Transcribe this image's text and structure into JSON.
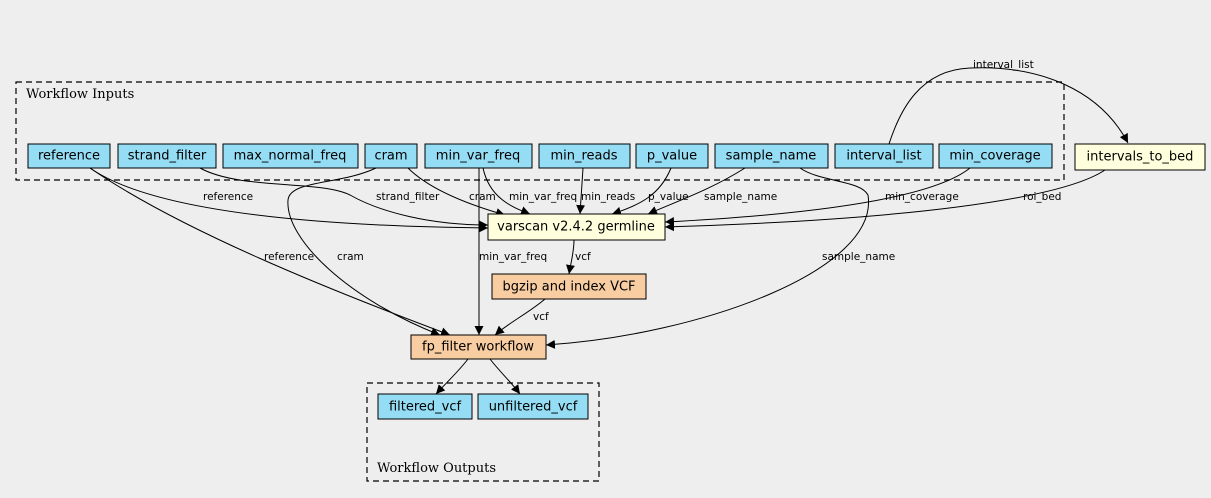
{
  "colors": {
    "background": "#eeeeee",
    "input": "#94ddf4",
    "tool": "#ffffdd",
    "subworkflow": "#f7cda1",
    "output": "#94ddf4"
  },
  "clusters": {
    "inputs": "Workflow Inputs",
    "outputs": "Workflow Outputs"
  },
  "nodes": {
    "reference": {
      "label": "reference",
      "kind": "input"
    },
    "strand_filter": {
      "label": "strand_filter",
      "kind": "input"
    },
    "max_normal_freq": {
      "label": "max_normal_freq",
      "kind": "input"
    },
    "cram": {
      "label": "cram",
      "kind": "input"
    },
    "min_var_freq": {
      "label": "min_var_freq",
      "kind": "input"
    },
    "min_reads": {
      "label": "min_reads",
      "kind": "input"
    },
    "p_value": {
      "label": "p_value",
      "kind": "input"
    },
    "sample_name": {
      "label": "sample_name",
      "kind": "input"
    },
    "interval_list": {
      "label": "interval_list",
      "kind": "input"
    },
    "min_coverage": {
      "label": "min_coverage",
      "kind": "input"
    },
    "intervals_to_bed": {
      "label": "intervals_to_bed",
      "kind": "tool"
    },
    "varscan": {
      "label": "varscan v2.4.2 germline",
      "kind": "tool"
    },
    "bgzip": {
      "label": "bgzip and index VCF",
      "kind": "subworkflow"
    },
    "fp_filter": {
      "label": "fp_filter workflow",
      "kind": "subworkflow"
    },
    "filtered_vcf": {
      "label": "filtered_vcf",
      "kind": "output"
    },
    "unfiltered_vcf": {
      "label": "unfiltered_vcf",
      "kind": "output"
    }
  },
  "edges": [
    {
      "id": "interval_list-intervals_to_bed",
      "from": "interval_list",
      "to": "intervals_to_bed",
      "label": "interval_list"
    },
    {
      "id": "reference-varscan",
      "from": "reference",
      "to": "varscan",
      "label": "reference"
    },
    {
      "id": "strand_filter-varscan",
      "from": "strand_filter",
      "to": "varscan",
      "label": "strand_filter"
    },
    {
      "id": "cram-varscan",
      "from": "cram",
      "to": "varscan",
      "label": "cram"
    },
    {
      "id": "min_var_freq-varscan",
      "from": "min_var_freq",
      "to": "varscan",
      "label": "min_var_freq"
    },
    {
      "id": "min_reads-varscan",
      "from": "min_reads",
      "to": "varscan",
      "label": "min_reads"
    },
    {
      "id": "p_value-varscan",
      "from": "p_value",
      "to": "varscan",
      "label": "p_value"
    },
    {
      "id": "sample_name-varscan",
      "from": "sample_name",
      "to": "varscan",
      "label": "sample_name"
    },
    {
      "id": "min_coverage-varscan",
      "from": "min_coverage",
      "to": "varscan",
      "label": "min_coverage"
    },
    {
      "id": "intervals_to_bed-varscan",
      "from": "intervals_to_bed",
      "to": "varscan",
      "label": "roi_bed"
    },
    {
      "id": "varscan-bgzip",
      "from": "varscan",
      "to": "bgzip",
      "label": "vcf"
    },
    {
      "id": "reference-fp_filter",
      "from": "reference",
      "to": "fp_filter",
      "label": "reference"
    },
    {
      "id": "cram-fp_filter",
      "from": "cram",
      "to": "fp_filter",
      "label": "cram"
    },
    {
      "id": "min_var_freq-fp_filter",
      "from": "min_var_freq",
      "to": "fp_filter",
      "label": "min_var_freq"
    },
    {
      "id": "sample_name-fp_filter",
      "from": "sample_name",
      "to": "fp_filter",
      "label": "sample_name"
    },
    {
      "id": "bgzip-fp_filter",
      "from": "bgzip",
      "to": "fp_filter",
      "label": "vcf"
    },
    {
      "id": "fp_filter-filtered_vcf",
      "from": "fp_filter",
      "to": "filtered_vcf",
      "label": ""
    },
    {
      "id": "fp_filter-unfiltered_vcf",
      "from": "fp_filter",
      "to": "unfiltered_vcf",
      "label": ""
    }
  ]
}
